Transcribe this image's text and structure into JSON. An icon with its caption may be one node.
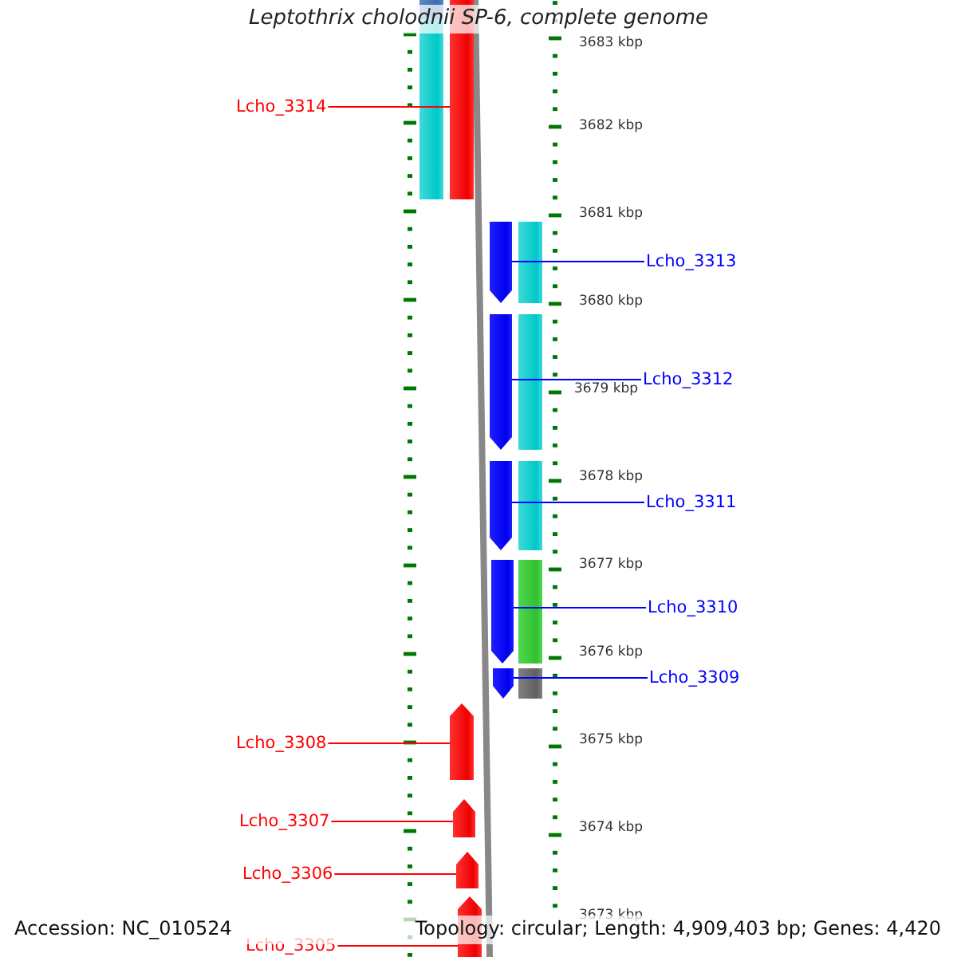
{
  "diagram": {
    "title": "Leptothrix cholodnii SP-6, complete genome",
    "nodes": [
      {
        "text": [
          "Lcho_3314"
        ]
      },
      {
        "text": [],
        "shape": "bar"
      },
      {
        "text": [
          "Lcho_3313"
        ]
      },
      {
        "text": [],
        "shape": "bar"
      },
      {
        "text": [
          "Lcho_3312"
        ]
      },
      {
        "text": [],
        "shape": "bar"
      },
      {
        "text": [
          "Lcho_3311"
        ]
      },
      {
        "text": [],
        "shape": "bar"
      },
      {
        "text": [
          "Lcho_3310"
        ]
      },
      {
        "text": [],
        "shape": "bar"
      },
      {
        "text": [
          "Lcho_3309"
        ]
      },
      {
        "text": [],
        "shape": "bar"
      },
      {
        "text": [
          "Lcho_3308"
        ]
      },
      {
        "text": [],
        "shape": "bar"
      },
      {
        "text": [
          "Lcho_3307"
        ]
      },
      {
        "text": [],
        "shape": "bar"
      },
      {
        "text": [
          "Lcho_3306"
        ]
      },
      {
        "text": [],
        "shape": "bar"
      },
      {
        "text": [
          "Lcho_3305"
        ]
      },
      {
        "text": [],
        "shape": "bar"
      }
    ],
    "edges": [
      {
        "from": 0,
        "to": 1,
        "arrow": "none",
        "color": "#ff0000"
      },
      {
        "from": 2,
        "to": 3,
        "arrow": "none",
        "color": "#0000ff"
      },
      {
        "from": 4,
        "to": 5,
        "arrow": "none",
        "color": "#0000ff"
      },
      {
        "from": 6,
        "to": 7,
        "arrow": "none",
        "color": "#0000ff"
      },
      {
        "from": 8,
        "to": 9,
        "arrow": "none",
        "color": "#0000ff"
      },
      {
        "from": 10,
        "to": 11,
        "arrow": "none",
        "color": "#0000ff"
      },
      {
        "from": 12,
        "to": 13,
        "arrow": "none",
        "color": "#ff0000"
      },
      {
        "from": 14,
        "to": 15,
        "arrow": "none",
        "color": "#ff0000"
      },
      {
        "from": 16,
        "to": 17,
        "arrow": "none",
        "color": "#ff0000"
      },
      {
        "from": 18,
        "to": 19,
        "arrow": "none",
        "color": "#ff0000"
      }
    ],
    "labels": [
      "3683 kbp",
      "3682 kbp",
      "3681 kbp",
      "3680 kbp",
      "3679 kbp",
      "3678 kbp",
      "3677 kbp",
      "3676 kbp",
      "3675 kbp",
      "3674 kbp",
      "3673 kbp",
      "Accession: NC_010524",
      "Topology: circular; Length: 4,909,403 bp; Genes: 4,420"
    ]
  }
}
